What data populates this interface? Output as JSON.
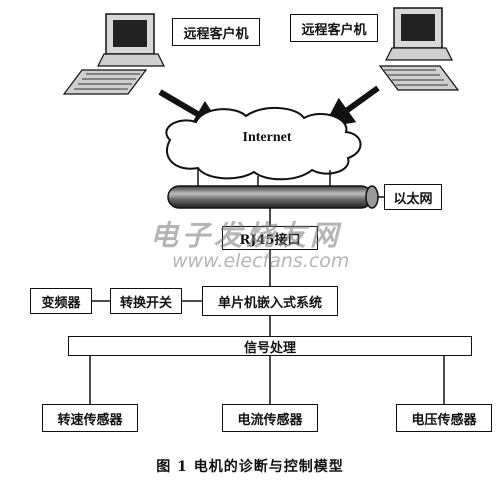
{
  "remote_client_left": "远程客户机",
  "remote_client_right": "远程客户机",
  "internet": "Internet",
  "ethernet": "以太网",
  "rj45": "RJ45接口",
  "inverter": "变频器",
  "switch": "转换开关",
  "mcu": "单片机嵌入式系统",
  "signal": "信号处理",
  "speed_sensor": "转速传感器",
  "current_sensor": "电流传感器",
  "voltage_sensor": "电压传感器",
  "caption": "图 1   电机的诊断与控制模型",
  "watermark_cn": "电子发烧友网",
  "watermark_url": "www.elecfans.com"
}
